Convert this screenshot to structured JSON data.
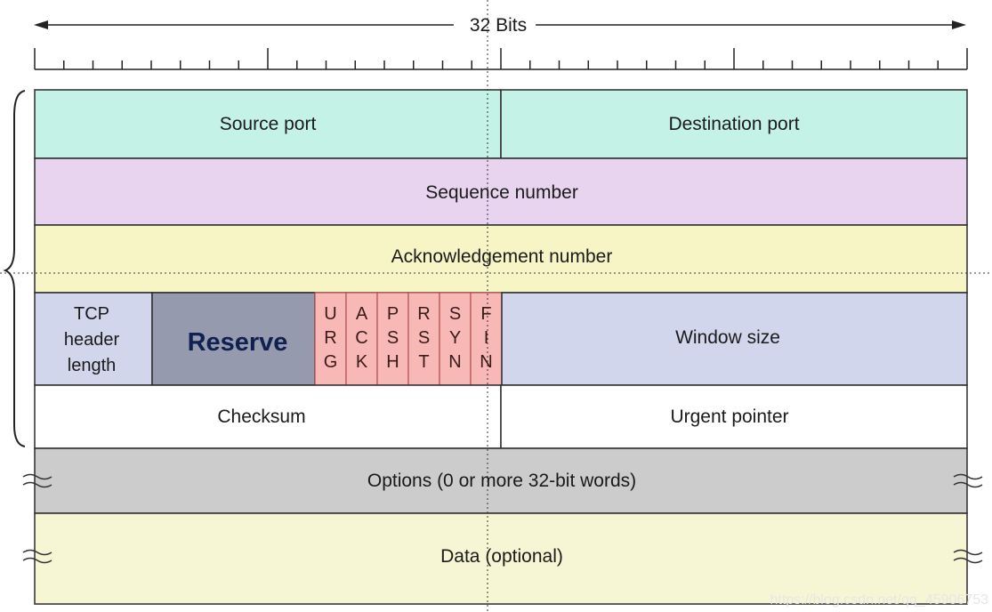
{
  "header": {
    "bits_label": "32 Bits"
  },
  "colors": {
    "source_dest_bg": "#c5f2e7",
    "sequence_bg": "#e8d4ee",
    "ack_bg": "#f7f5c6",
    "header_length_bg": "#d2d6ed",
    "reserve_bg": "#969aae",
    "flags_bg": "#f8b8b6",
    "window_bg": "#d2d6ed",
    "checksum_bg": "#ffffff",
    "options_bg": "#cccccc",
    "data_bg": "#f7f6d4",
    "border": "#2b2b2b",
    "reserve_text": "#102050"
  },
  "fields": {
    "source_port": "Source port",
    "destination_port": "Destination port",
    "sequence_number": "Sequence number",
    "acknowledgement_number": "Acknowledgement number",
    "header_length": [
      "TCP",
      "header",
      "length"
    ],
    "reserve": "Reserve",
    "flags": [
      [
        "U",
        "R",
        "G"
      ],
      [
        "A",
        "C",
        "K"
      ],
      [
        "P",
        "S",
        "H"
      ],
      [
        "R",
        "S",
        "T"
      ],
      [
        "S",
        "Y",
        "N"
      ],
      [
        "F",
        "I",
        "N"
      ]
    ],
    "window_size": "Window size",
    "checksum": "Checksum",
    "urgent_pointer": "Urgent pointer",
    "options": "Options (0 or more 32-bit words)",
    "data": "Data (optional)"
  },
  "watermark": "https://blog.csdn.net/qq_45906753"
}
